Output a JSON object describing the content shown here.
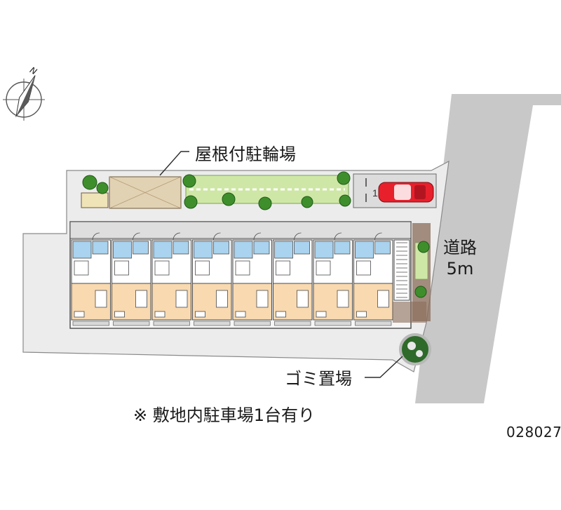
{
  "labels": {
    "bicycle_parking": "屋根付駐輪場",
    "garbage": "ゴミ置場",
    "road_name": "道路",
    "road_width": "5m",
    "note": "※ 敷地内駐車場1台有り",
    "property_code": "028027",
    "north": "N",
    "parking_number": "1"
  },
  "units": {
    "count": 8
  },
  "colors": {
    "road": "#c8c8c8",
    "site": "#ececec",
    "building": "#f6f6f6",
    "bath": "#a9d3ef",
    "room_floor": "#f8d9b0",
    "bike_roof": "#e2d2b4",
    "hedge": "#cfe7a6",
    "tree": "#3f8e2c",
    "car": "#e8202c",
    "outline": "#4a4a4a"
  },
  "icons": {
    "compass": "compass-icon",
    "car": "car-icon",
    "garbage": "garbage-icon"
  }
}
